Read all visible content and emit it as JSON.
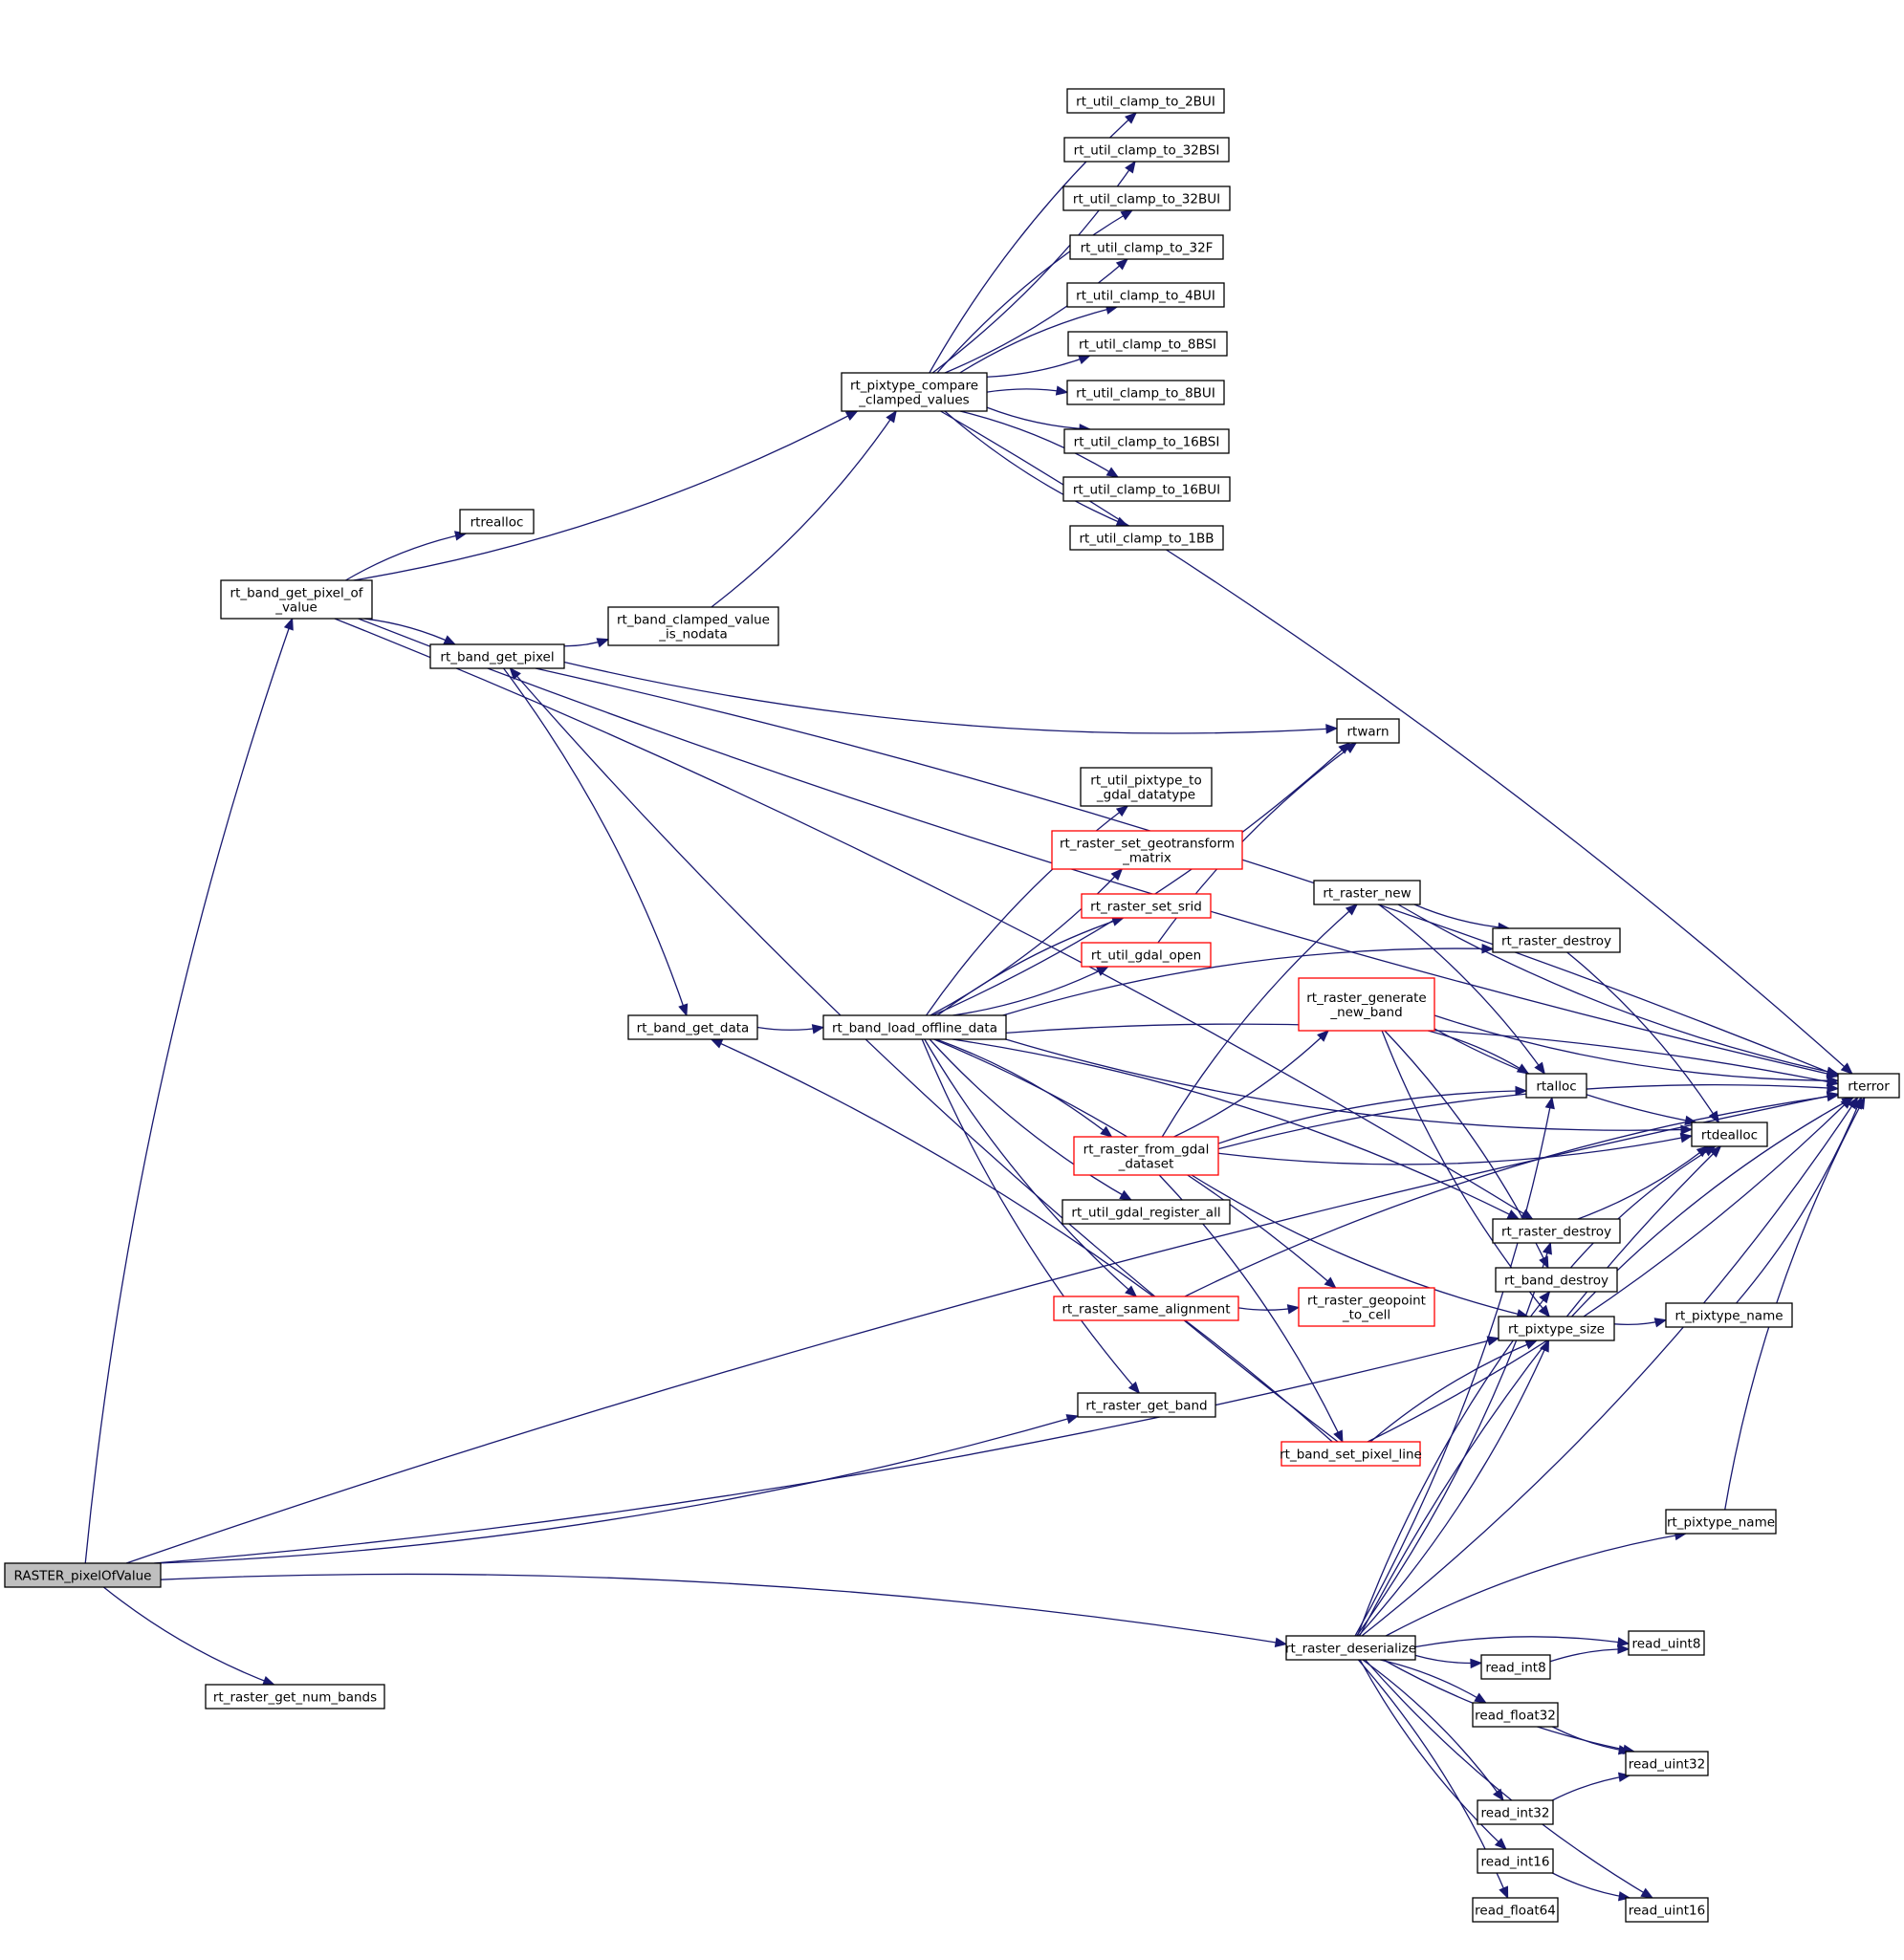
{
  "diagram": {
    "type": "call-graph",
    "root": "RASTER_pixelOfValue",
    "colors": {
      "edge": "#191970",
      "root_fill": "#bfbfbf",
      "node_border": "#000000",
      "truncated_border": "#ff0000"
    },
    "nodes": [
      {
        "id": "root",
        "label": [
          "RASTER_pixelOfValue"
        ],
        "style": "root"
      },
      {
        "id": "gpov",
        "label": [
          "rt_band_get_pixel_of",
          "_value"
        ],
        "style": "normal"
      },
      {
        "id": "rtrealloc",
        "label": [
          "rtrealloc"
        ],
        "style": "normal"
      },
      {
        "id": "gp",
        "label": [
          "rt_band_get_pixel"
        ],
        "style": "normal"
      },
      {
        "id": "cvn",
        "label": [
          "rt_band_clamped_value",
          "_is_nodata"
        ],
        "style": "normal"
      },
      {
        "id": "pcv",
        "label": [
          "rt_pixtype_compare",
          "_clamped_values"
        ],
        "style": "normal"
      },
      {
        "id": "c2bui",
        "label": [
          "rt_util_clamp_to_2BUI"
        ],
        "style": "normal"
      },
      {
        "id": "c32bsi",
        "label": [
          "rt_util_clamp_to_32BSI"
        ],
        "style": "normal"
      },
      {
        "id": "c32bui",
        "label": [
          "rt_util_clamp_to_32BUI"
        ],
        "style": "normal"
      },
      {
        "id": "c32f",
        "label": [
          "rt_util_clamp_to_32F"
        ],
        "style": "normal"
      },
      {
        "id": "c4bui",
        "label": [
          "rt_util_clamp_to_4BUI"
        ],
        "style": "normal"
      },
      {
        "id": "c8bsi",
        "label": [
          "rt_util_clamp_to_8BSI"
        ],
        "style": "normal"
      },
      {
        "id": "c8bui",
        "label": [
          "rt_util_clamp_to_8BUI"
        ],
        "style": "normal"
      },
      {
        "id": "c16bsi",
        "label": [
          "rt_util_clamp_to_16BSI"
        ],
        "style": "normal"
      },
      {
        "id": "c16bui",
        "label": [
          "rt_util_clamp_to_16BUI"
        ],
        "style": "normal"
      },
      {
        "id": "c1bb",
        "label": [
          "rt_util_clamp_to_1BB"
        ],
        "style": "normal"
      },
      {
        "id": "rterror",
        "label": [
          "rterror"
        ],
        "style": "normal"
      },
      {
        "id": "rtwarn",
        "label": [
          "rtwarn"
        ],
        "style": "normal"
      },
      {
        "id": "gd",
        "label": [
          "rt_band_get_data"
        ],
        "style": "normal"
      },
      {
        "id": "lod",
        "label": [
          "rt_band_load_offline_data"
        ],
        "style": "normal"
      },
      {
        "id": "ptgd",
        "label": [
          "rt_util_pixtype_to",
          "_gdal_datatype"
        ],
        "style": "normal"
      },
      {
        "id": "sgm",
        "label": [
          "rt_raster_set_geotransform",
          "_matrix"
        ],
        "style": "truncated"
      },
      {
        "id": "srid",
        "label": [
          "rt_raster_set_srid"
        ],
        "style": "truncated"
      },
      {
        "id": "gopen",
        "label": [
          "rt_util_gdal_open"
        ],
        "style": "truncated"
      },
      {
        "id": "rnew",
        "label": [
          "rt_raster_new"
        ],
        "style": "normal"
      },
      {
        "id": "rdestroy1",
        "label": [
          "rt_raster_destroy"
        ],
        "style": "normal"
      },
      {
        "id": "gnb",
        "label": [
          "rt_raster_generate",
          "_new_band"
        ],
        "style": "truncated"
      },
      {
        "id": "rtalloc",
        "label": [
          "rtalloc"
        ],
        "style": "normal"
      },
      {
        "id": "rtdealloc",
        "label": [
          "rtdealloc"
        ],
        "style": "normal"
      },
      {
        "id": "rfgd",
        "label": [
          "rt_raster_from_gdal",
          "_dataset"
        ],
        "style": "truncated"
      },
      {
        "id": "gra",
        "label": [
          "rt_util_gdal_register_all"
        ],
        "style": "normal"
      },
      {
        "id": "rdestroy2",
        "label": [
          "rt_raster_destroy"
        ],
        "style": "normal"
      },
      {
        "id": "bdestroy",
        "label": [
          "rt_band_destroy"
        ],
        "style": "normal"
      },
      {
        "id": "sa",
        "label": [
          "rt_raster_same_alignment"
        ],
        "style": "truncated"
      },
      {
        "id": "gtc",
        "label": [
          "rt_raster_geopoint",
          "_to_cell"
        ],
        "style": "truncated"
      },
      {
        "id": "psize",
        "label": [
          "rt_pixtype_size"
        ],
        "style": "normal"
      },
      {
        "id": "pname1",
        "label": [
          "rt_pixtype_name"
        ],
        "style": "normal"
      },
      {
        "id": "rgb",
        "label": [
          "rt_raster_get_band"
        ],
        "style": "normal"
      },
      {
        "id": "spl",
        "label": [
          "rt_band_set_pixel_line"
        ],
        "style": "truncated"
      },
      {
        "id": "pname2",
        "label": [
          "rt_pixtype_name"
        ],
        "style": "normal"
      },
      {
        "id": "deser",
        "label": [
          "rt_raster_deserialize"
        ],
        "style": "normal"
      },
      {
        "id": "ru8",
        "label": [
          "read_uint8"
        ],
        "style": "normal"
      },
      {
        "id": "ri8",
        "label": [
          "read_int8"
        ],
        "style": "normal"
      },
      {
        "id": "rf32",
        "label": [
          "read_float32"
        ],
        "style": "normal"
      },
      {
        "id": "ru32",
        "label": [
          "read_uint32"
        ],
        "style": "normal"
      },
      {
        "id": "ri32",
        "label": [
          "read_int32"
        ],
        "style": "normal"
      },
      {
        "id": "ri16",
        "label": [
          "read_int16"
        ],
        "style": "normal"
      },
      {
        "id": "rf64",
        "label": [
          "read_float64"
        ],
        "style": "normal"
      },
      {
        "id": "ru16",
        "label": [
          "read_uint16"
        ],
        "style": "normal"
      },
      {
        "id": "rgnb",
        "label": [
          "rt_raster_get_num_bands"
        ],
        "style": "normal"
      }
    ],
    "edges": [
      [
        "root",
        "gpov"
      ],
      [
        "root",
        "rgb"
      ],
      [
        "root",
        "rterror"
      ],
      [
        "root",
        "psize"
      ],
      [
        "root",
        "deser"
      ],
      [
        "root",
        "rgnb"
      ],
      [
        "gpov",
        "rtrealloc"
      ],
      [
        "gpov",
        "pcv"
      ],
      [
        "gpov",
        "gp"
      ],
      [
        "gpov",
        "rterror"
      ],
      [
        "gpov",
        "rdestroy2"
      ],
      [
        "gp",
        "cvn"
      ],
      [
        "gp",
        "rterror"
      ],
      [
        "gp",
        "rtwarn"
      ],
      [
        "gp",
        "gd"
      ],
      [
        "cvn",
        "pcv"
      ],
      [
        "pcv",
        "c2bui"
      ],
      [
        "pcv",
        "c32bsi"
      ],
      [
        "pcv",
        "c32bui"
      ],
      [
        "pcv",
        "c32f"
      ],
      [
        "pcv",
        "c4bui"
      ],
      [
        "pcv",
        "c8bsi"
      ],
      [
        "pcv",
        "c8bui"
      ],
      [
        "pcv",
        "c16bsi"
      ],
      [
        "pcv",
        "c16bui"
      ],
      [
        "pcv",
        "c1bb"
      ],
      [
        "pcv",
        "rterror"
      ],
      [
        "gd",
        "lod"
      ],
      [
        "lod",
        "rterror"
      ],
      [
        "lod",
        "rtwarn"
      ],
      [
        "lod",
        "ptgd"
      ],
      [
        "lod",
        "sgm"
      ],
      [
        "lod",
        "srid"
      ],
      [
        "lod",
        "gopen"
      ],
      [
        "lod",
        "rdestroy1"
      ],
      [
        "lod",
        "rtdealloc"
      ],
      [
        "lod",
        "rfgd"
      ],
      [
        "lod",
        "gra"
      ],
      [
        "lod",
        "rdestroy2"
      ],
      [
        "lod",
        "sa"
      ],
      [
        "lod",
        "gtc"
      ],
      [
        "lod",
        "rgb"
      ],
      [
        "gopen",
        "rtwarn"
      ],
      [
        "rnew",
        "rdestroy1"
      ],
      [
        "rnew",
        "rtalloc"
      ],
      [
        "rnew",
        "rterror"
      ],
      [
        "rdestroy1",
        "rtdealloc"
      ],
      [
        "gnb",
        "rterror"
      ],
      [
        "gnb",
        "rtalloc"
      ],
      [
        "gnb",
        "rtdealloc"
      ],
      [
        "gnb",
        "bdestroy"
      ],
      [
        "gnb",
        "psize"
      ],
      [
        "rfgd",
        "rnew"
      ],
      [
        "rfgd",
        "gnb"
      ],
      [
        "rfgd",
        "rtalloc"
      ],
      [
        "rfgd",
        "rtdealloc"
      ],
      [
        "rfgd",
        "rterror"
      ],
      [
        "rfgd",
        "psize"
      ],
      [
        "rfgd",
        "spl"
      ],
      [
        "sa",
        "gtc"
      ],
      [
        "sa",
        "rterror"
      ],
      [
        "rdestroy2",
        "rtdealloc"
      ],
      [
        "bdestroy",
        "rtdealloc"
      ],
      [
        "psize",
        "pname1"
      ],
      [
        "psize",
        "rterror"
      ],
      [
        "pname1",
        "rterror"
      ],
      [
        "spl",
        "gp"
      ],
      [
        "spl",
        "gd"
      ],
      [
        "spl",
        "psize"
      ],
      [
        "spl",
        "rterror"
      ],
      [
        "pname2",
        "rterror"
      ],
      [
        "deser",
        "rtalloc"
      ],
      [
        "deser",
        "rtdealloc"
      ],
      [
        "deser",
        "rdestroy2"
      ],
      [
        "deser",
        "bdestroy"
      ],
      [
        "deser",
        "psize"
      ],
      [
        "deser",
        "pname2"
      ],
      [
        "deser",
        "rterror"
      ],
      [
        "deser",
        "ru8"
      ],
      [
        "deser",
        "ri8"
      ],
      [
        "deser",
        "rf32"
      ],
      [
        "deser",
        "ru32"
      ],
      [
        "deser",
        "ri32"
      ],
      [
        "deser",
        "ri16"
      ],
      [
        "deser",
        "rf64"
      ],
      [
        "deser",
        "ru16"
      ],
      [
        "ri8",
        "ru8"
      ],
      [
        "rf32",
        "ru32"
      ],
      [
        "ri32",
        "ru32"
      ],
      [
        "ri16",
        "ru16"
      ]
    ]
  }
}
